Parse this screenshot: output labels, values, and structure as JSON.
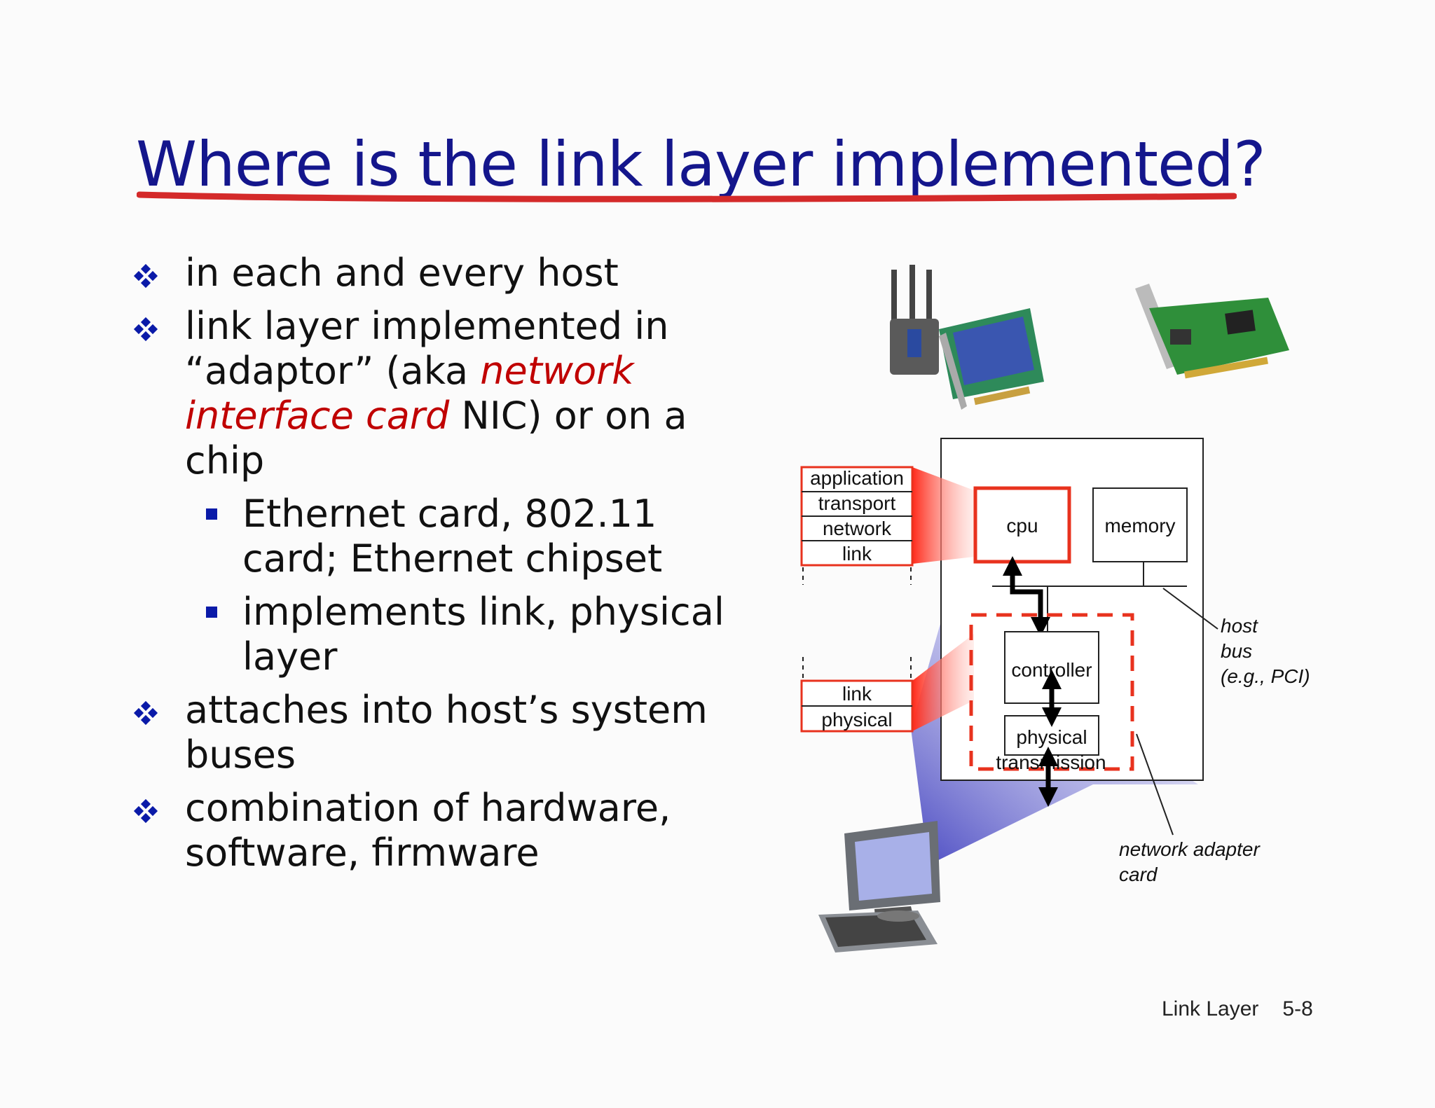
{
  "slide": {
    "title": "Where is the link layer implemented?",
    "bullets": [
      {
        "text": "in each and every host"
      },
      {
        "pre": "link layer implemented in “adaptor” (aka ",
        "em": "network interface card",
        "post": " NIC) or on a chip"
      },
      {
        "text": "attaches into host’s system buses"
      },
      {
        "text": "combination of hardware, software, firmware"
      }
    ],
    "sub_bullets": [
      {
        "text": "Ethernet card, 802.11 card; Ethernet chipset"
      },
      {
        "text": "implements link, physical layer"
      }
    ],
    "footer": {
      "section": "Link Layer",
      "page": "5-8"
    }
  },
  "diagram": {
    "stack_top": [
      "application",
      "transport",
      "network",
      "link"
    ],
    "stack_bottom": [
      "link",
      "physical"
    ],
    "cpu": "cpu",
    "memory": "memory",
    "controller": "controller",
    "physical": "physical",
    "transmission": "transmission",
    "host_bus": [
      "host",
      "bus",
      "(e.g., PCI)"
    ],
    "adapter_card": [
      "network adapter",
      "card"
    ]
  },
  "colors": {
    "title": "#14168c",
    "accent": "#c00000",
    "bullet": "#0a1aa8",
    "highlight": "#e8321e"
  },
  "icons": [
    "diamond-bullet-icon",
    "square-bullet-icon",
    "wireless-nic-card-icon",
    "ethernet-nic-card-icon",
    "desktop-computer-icon"
  ]
}
